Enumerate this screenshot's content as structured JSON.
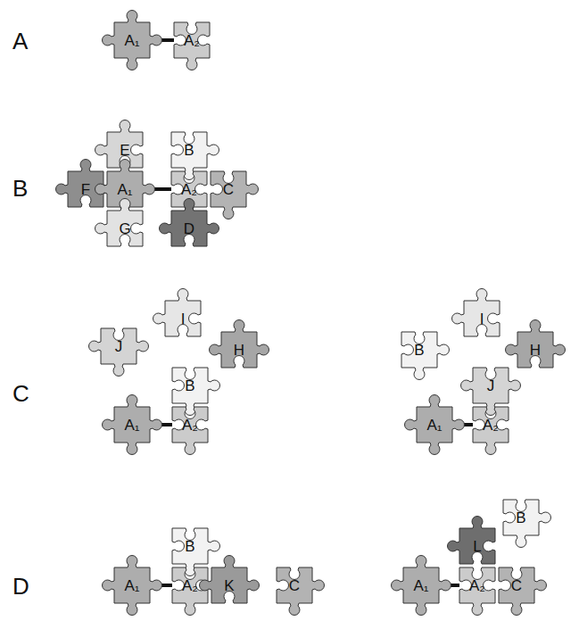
{
  "diagram": {
    "nodes": [
      {
        "text": [
          "A₁"
        ]
      },
      {
        "text": [
          "A₂"
        ]
      },
      {
        "text": [
          "E"
        ]
      },
      {
        "text": [
          "B"
        ]
      },
      {
        "text": [
          "F"
        ]
      },
      {
        "text": [
          "A₁"
        ]
      },
      {
        "text": [
          "A₂"
        ]
      },
      {
        "text": [
          "C"
        ]
      },
      {
        "text": [
          "G"
        ]
      },
      {
        "text": [
          "D"
        ]
      },
      {
        "text": [
          "J"
        ]
      },
      {
        "text": [
          "I"
        ]
      },
      {
        "text": [
          "H"
        ]
      },
      {
        "text": [
          "B"
        ]
      },
      {
        "text": [
          "A₁"
        ]
      },
      {
        "text": [
          "A₂"
        ]
      },
      {
        "text": [
          "B"
        ]
      },
      {
        "text": [
          "I"
        ]
      },
      {
        "text": [
          "H"
        ]
      },
      {
        "text": [
          "J"
        ]
      },
      {
        "text": [
          "A₁"
        ]
      },
      {
        "text": [
          "A₂"
        ]
      },
      {
        "text": [
          "B"
        ]
      },
      {
        "text": [
          "A₁"
        ]
      },
      {
        "text": [
          "A₂"
        ]
      },
      {
        "text": [
          "K"
        ]
      },
      {
        "text": [
          "C"
        ]
      },
      {
        "text": [
          "L"
        ]
      },
      {
        "text": [
          "B"
        ]
      },
      {
        "text": [
          "A₁"
        ]
      },
      {
        "text": [
          "A₂"
        ]
      },
      {
        "text": [
          "C"
        ]
      }
    ],
    "edges": [
      {
        "from": 0,
        "to": 1,
        "arrow": "none"
      },
      {
        "from": 5,
        "to": 6,
        "arrow": "none"
      },
      {
        "from": 14,
        "to": 15,
        "arrow": "none"
      },
      {
        "from": 20,
        "to": 21,
        "arrow": "none"
      },
      {
        "from": 23,
        "to": 24,
        "arrow": "none"
      },
      {
        "from": 29,
        "to": 30,
        "arrow": "none"
      }
    ],
    "labels": [
      "A",
      "B",
      "C",
      "D"
    ]
  }
}
